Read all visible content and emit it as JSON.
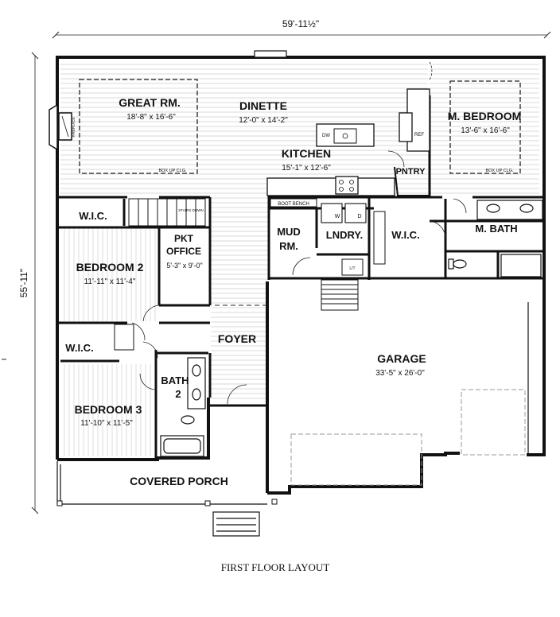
{
  "dimensions": {
    "overall_width": "59'-11½\"",
    "overall_depth": "55'-11\""
  },
  "rooms": {
    "great_room": {
      "name": "GREAT RM.",
      "size": "18'-8\" x 16'-6\""
    },
    "dinette": {
      "name": "DINETTE",
      "size": "12'-0\" x 14'-2\""
    },
    "kitchen": {
      "name": "KITCHEN",
      "size": "15'-1\" x 12'-6\""
    },
    "master_bedroom": {
      "name": "M. BEDROOM",
      "size": "13'-6\" x 16'-6\""
    },
    "pantry": {
      "name": "PNTRY"
    },
    "wic_top_left": {
      "name": "W.I.C."
    },
    "pocket_office": {
      "name_line1": "PKT",
      "name_line2": "OFFICE",
      "size": "5'-3\" x 9'-0\""
    },
    "bedroom_2": {
      "name": "BEDROOM 2",
      "size": "11'-11\" x 11'-4\""
    },
    "mud_room": {
      "name_line1": "MUD",
      "name_line2": "RM."
    },
    "laundry": {
      "name": "LNDRY."
    },
    "wic_master": {
      "name": "W.I.C."
    },
    "master_bath": {
      "name": "M. BATH"
    },
    "wic_bed3": {
      "name": "W.I.C."
    },
    "foyer": {
      "name": "FOYER"
    },
    "bath_2": {
      "name_line1": "BATH",
      "name_line2": "2"
    },
    "bedroom_3": {
      "name": "BEDROOM 3",
      "size": "11'-10\" x 11'-5\""
    },
    "garage": {
      "name": "GARAGE",
      "size": "33'-5\" x 26'-0\""
    },
    "covered_porch": {
      "name": "COVERED PORCH"
    }
  },
  "notes": {
    "box_up_clg": "BOX UP CLG.",
    "fireplace": "FIREPLACE",
    "boot_bench": "BOOT BENCH",
    "stairs_down": "STAIRS DOWN",
    "ref": "REF",
    "dw": "DW",
    "washer": "W",
    "dryer": "D",
    "lt": "L/T"
  },
  "caption": "FIRST FLOOR LAYOUT"
}
